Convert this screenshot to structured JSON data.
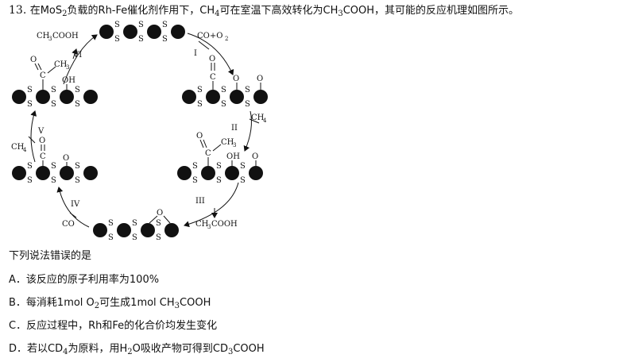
{
  "question": {
    "number": "13.",
    "t1": "在MoS",
    "t1_sub": "2",
    "t2": "负载的Rh-Fe催化剂作用下，CH",
    "t2_sub": "4",
    "t3": "可在室温下高效转化为CH",
    "t3_sub": "3",
    "t4": "COOH，其可能的反应机理如图所示。"
  },
  "prompt": "下列说法错误的是",
  "options": {
    "a": {
      "label": "A．",
      "text": "该反应的原子利用率为100%"
    },
    "b": {
      "label": "B．",
      "t1": "每消耗1mol O",
      "s1": "2",
      "t2": "可生成1mol CH",
      "s2": "3",
      "t3": "COOH"
    },
    "c": {
      "label": "C．",
      "text": "反应过程中，Rh和Fe的化合价均发生变化"
    },
    "d": {
      "label": "D．",
      "t1": "若以CD",
      "s1": "4",
      "t2": "为原料，用H",
      "s2": "2",
      "t3": "O吸收产物可得到CD",
      "s3": "3",
      "t4": "COOH"
    }
  },
  "diagram": {
    "steps": [
      "I",
      "II",
      "III",
      "IV",
      "V",
      "VI"
    ],
    "atom_label": "S",
    "species": {
      "co_o2": "CO+O",
      "co_o2_sub": "2",
      "ch4": "CH",
      "ch4_sub": "4",
      "acetic": "CH",
      "acetic_sub": "3",
      "acetic_tail": "COOH",
      "co": "CO",
      "oh": "OH",
      "o": "O",
      "c": "C",
      "ch3": "CH",
      "ch3_sub": "3"
    }
  }
}
